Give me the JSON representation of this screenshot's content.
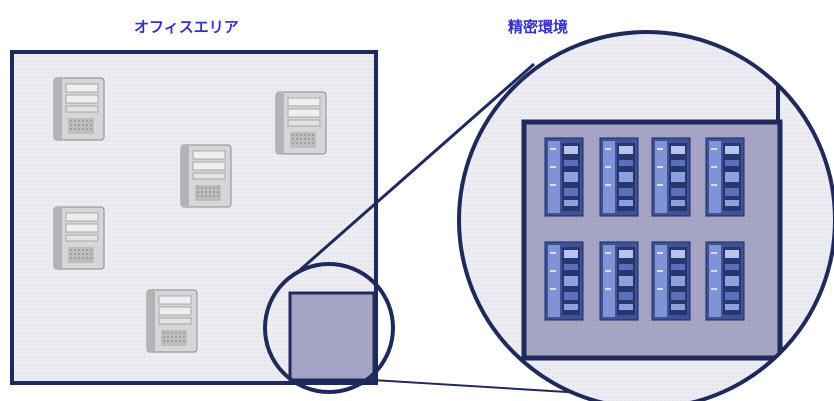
{
  "labels": {
    "office_area": "オフィスエリア",
    "precision_environment": "精密環境"
  },
  "colors": {
    "label_text": "#3333cc",
    "frame": "#1f2a5c",
    "office_fill": "#eeeef3",
    "precision_fill": "#a9a8c6",
    "tower_server": "#c9c9c9",
    "rack_cabinet": "#4a5fa8"
  },
  "office_area": {
    "tower_server_count": 5
  },
  "precision_environment": {
    "rack_rows": 2,
    "racks_per_row": 4
  },
  "icons": {
    "tower_server": "tower-server-icon",
    "rack_cabinet": "server-rack-icon"
  }
}
